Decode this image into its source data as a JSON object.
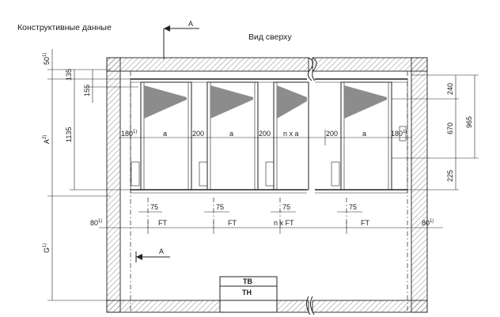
{
  "header": {
    "title": "Конструктивные данные",
    "view_label": "Вид сверху"
  },
  "section_marker": "A",
  "dims": {
    "d50": "50",
    "d135": "135",
    "d155": "155",
    "dA": "A",
    "d1135": "1135",
    "dG": "G",
    "d180": "180",
    "d200": "200",
    "da": "a",
    "dnxa": "n x a",
    "d240": "240",
    "d670": "670",
    "d965": "965",
    "d225": "225",
    "d75": "75",
    "d80": "80",
    "dFT": "FT",
    "dnxFT": "n x FT"
  },
  "footnotes": {
    "one": "1)",
    "two": "2)"
  },
  "boxes": {
    "tv": "TB",
    "th": "TH"
  },
  "colors": {
    "line": "#222222",
    "hatch": "#555555",
    "fill_gray": "#8c8c8c"
  }
}
